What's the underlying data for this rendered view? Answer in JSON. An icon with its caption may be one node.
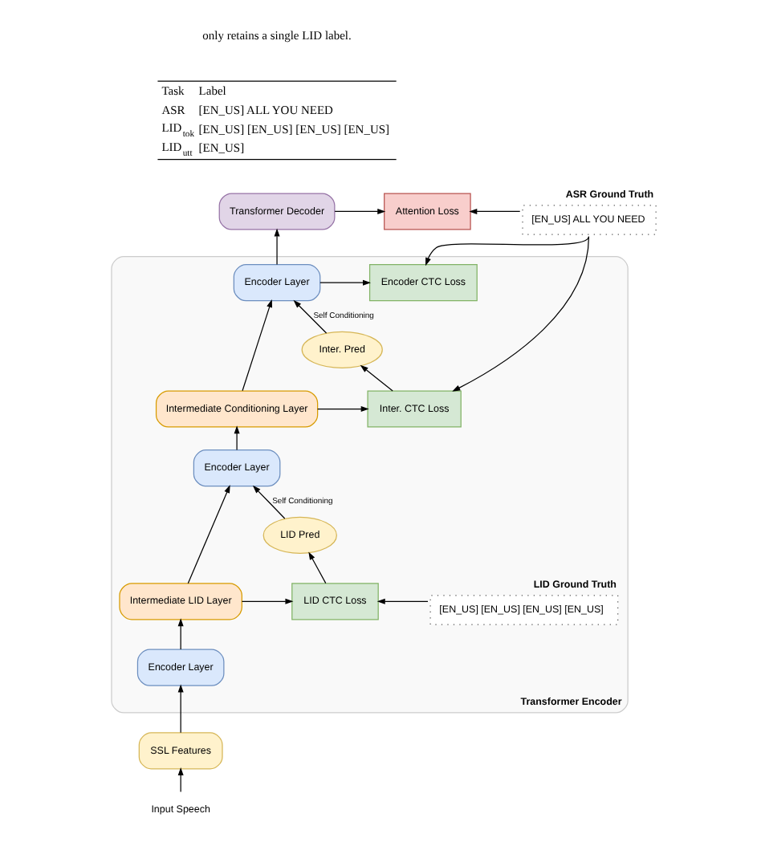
{
  "diagram": {
    "nodes": [
      {
        "text": [
          "Transformer Decoder"
        ]
      },
      {
        "text": [
          "Attention Loss"
        ]
      },
      {
        "text": [
          "[EN_US] ALL YOU NEED"
        ],
        "beside": [
          "ASR Ground Truth"
        ]
      },
      {
        "text": [
          "Transformer Encoder"
        ]
      },
      {
        "text": [
          "Encoder Layer"
        ],
        "in": 3
      },
      {
        "text": [
          "Encoder CTC Loss"
        ],
        "in": 3
      },
      {
        "text": [
          "Inter. Pred"
        ],
        "in": 3
      },
      {
        "text": [
          "Intermediate Conditioning Layer"
        ],
        "in": 3
      },
      {
        "text": [
          "Inter. CTC Loss"
        ],
        "in": 3
      },
      {
        "text": [
          "Encoder Layer"
        ],
        "in": 3
      },
      {
        "text": [
          "LID Pred"
        ],
        "in": 3
      },
      {
        "text": [
          "Intermediate LID Layer"
        ],
        "in": 3
      },
      {
        "text": [
          "LID CTC Loss"
        ],
        "in": 3
      },
      {
        "text": [
          "[EN_US] [EN_US] [EN_US] [EN_US]"
        ],
        "beside": [
          "LID Ground Truth"
        ],
        "in": 3
      },
      {
        "text": [
          "Encoder Layer"
        ],
        "in": 3
      },
      {
        "text": [
          "SSL Features"
        ]
      },
      {
        "text": [
          "Input Speech"
        ]
      }
    ],
    "edges": [
      {
        "from": 4,
        "to": 0,
        "arrow": "to"
      },
      {
        "from": 0,
        "to": 1,
        "arrow": "to"
      },
      {
        "from": 2,
        "to": 1,
        "arrow": "to"
      },
      {
        "from": 4,
        "to": 5,
        "arrow": "to"
      },
      {
        "from": 2,
        "to": 5,
        "arrow": "to"
      },
      {
        "from": 6,
        "to": 4,
        "arrow": "to",
        "label": "Self Conditioning"
      },
      {
        "from": 7,
        "to": 4,
        "arrow": "to"
      },
      {
        "from": 7,
        "to": 8,
        "arrow": "to"
      },
      {
        "from": 2,
        "to": 8,
        "arrow": "to"
      },
      {
        "from": 8,
        "to": 6,
        "arrow": "to"
      },
      {
        "from": 9,
        "to": 7,
        "arrow": "to"
      },
      {
        "from": 10,
        "to": 9,
        "arrow": "to",
        "label": "Self Conditioning"
      },
      {
        "from": 11,
        "to": 9,
        "arrow": "to"
      },
      {
        "from": 11,
        "to": 12,
        "arrow": "to"
      },
      {
        "from": 13,
        "to": 12,
        "arrow": "to"
      },
      {
        "from": 12,
        "to": 10,
        "arrow": "to"
      },
      {
        "from": 14,
        "to": 11,
        "arrow": "to"
      },
      {
        "from": 15,
        "to": 14,
        "arrow": "to"
      },
      {
        "from": 16,
        "to": 15,
        "arrow": "to"
      }
    ],
    "labels": [
      "only retains a single LID label.",
      "Task",
      "Label",
      "ASR",
      "[EN_US] ALL YOU NEED",
      "LID$_{tok}$",
      "[EN_US] [EN_US] [EN_US] [EN_US]",
      "LID$_{utt}$",
      "[EN_US]"
    ]
  }
}
